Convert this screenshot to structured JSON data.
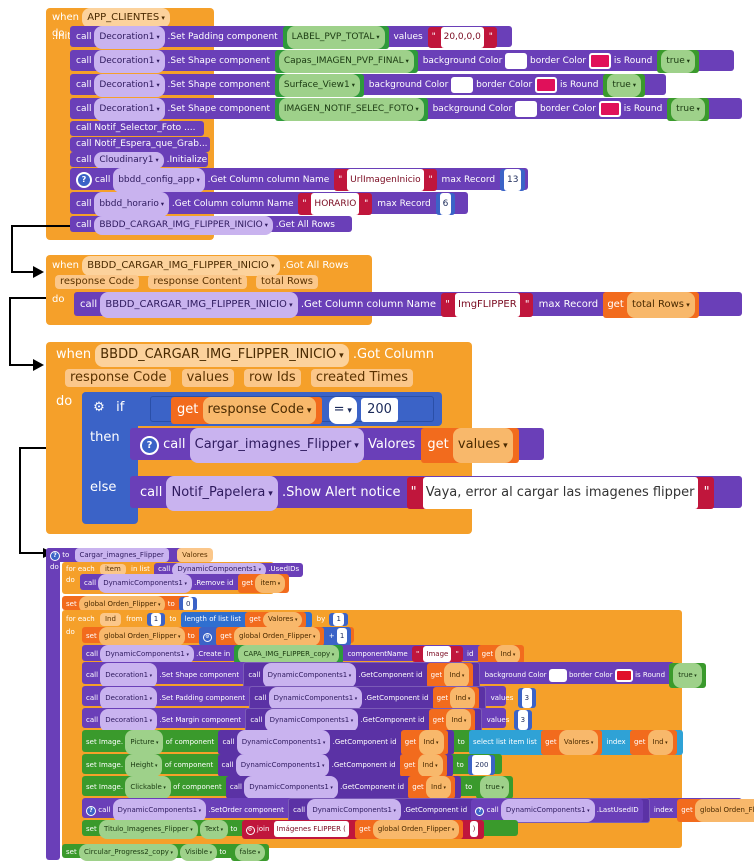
{
  "block1": {
    "when": "when",
    "component": "APP_CLIENTES",
    "event": ".Initialize",
    "do": "do",
    "rows": [
      {
        "call": "call",
        "comp": "Decoration1",
        "method": ".Set Padding",
        "arg1": "component",
        "val1": "LABEL_PVP_TOTAL",
        "arg2": "values",
        "val2": "20,0,0,0"
      },
      {
        "call": "call",
        "comp": "Decoration1",
        "method": ".Set Shape",
        "arg1": "component",
        "val1": "Capas_IMAGEN_PVP_FINAL",
        "arg2": "background Color",
        "arg3": "border Color",
        "arg4": "is Round",
        "val4": "true",
        "bg": "#ffffff",
        "border": "#e0105a"
      },
      {
        "call": "call",
        "comp": "Decoration1",
        "method": ".Set Shape",
        "arg1": "component",
        "val1": "Surface_View1",
        "arg2": "background Color",
        "arg3": "border Color",
        "arg4": "is Round",
        "val4": "true",
        "bg": "#ffffff",
        "border": "#e0105a"
      },
      {
        "call": "call",
        "comp": "Decoration1",
        "method": ".Set Shape",
        "arg1": "component",
        "val1": "IMAGEN_NOTIF_SELEC_FOTO",
        "arg2": "background Color",
        "arg3": "border Color",
        "arg4": "is Round",
        "val4": "true",
        "bg": "#ffffff",
        "border": "#e0105a"
      },
      {
        "call": "call Notif_Selector_Foto ...."
      },
      {
        "call": "call Notif_Espera_que_Grab..."
      },
      {
        "call": "call",
        "comp": "Cloudinary1",
        "method": ".Initialize"
      },
      {
        "call": "call",
        "comp": "bbdd_config_app",
        "method": ".Get Column",
        "arg1": "column Name",
        "val1": "UrlImagenInicio",
        "arg2": "max Record",
        "val2": "13"
      },
      {
        "call": "call",
        "comp": "bbdd_horario",
        "method": ".Get Column",
        "arg1": "column Name",
        "val1": "HORARIO",
        "arg2": "max Record",
        "val2": "6"
      },
      {
        "call": "call",
        "comp": "BBDD_CARGAR_IMG_FLIPPER_INICIO",
        "method": ".Get All Rows"
      }
    ]
  },
  "block2": {
    "when": "when",
    "component": "BBDD_CARGAR_IMG_FLIPPER_INICIO",
    "event": ".Got All Rows",
    "params": [
      "response Code",
      "response Content",
      "total Rows"
    ],
    "do": "do",
    "call": "call",
    "comp": "BBDD_CARGAR_IMG_FLIPPER_INICIO",
    "method": ".Get Column",
    "arg1": "column Name",
    "val1": "ImgFLIPPER",
    "arg2": "max Record",
    "get": "get",
    "getval": "total Rows"
  },
  "block3": {
    "when": "when",
    "component": "BBDD_CARGAR_IMG_FLIPPER_INICIO",
    "event": ".Got Column",
    "params": [
      "response Code",
      "values",
      "row Ids",
      "created Times"
    ],
    "do": "do",
    "if": "if",
    "get": "get",
    "getval": "response Code",
    "op": "=",
    "num": "200",
    "then": "then",
    "call": "call",
    "proc": "Cargar_imagnes_Flipper",
    "valores": "Valores",
    "get2": "get",
    "getval2": "values",
    "else": "else",
    "call2": "call",
    "comp2": "Notif_Papelera",
    "method2": ".Show Alert",
    "notice": "notice",
    "msg": "Vaya, error al cargar las imagenes flipper"
  },
  "block4": {
    "to": "to",
    "proc": "Cargar_imagnes_Flipper",
    "param": "Valores",
    "do": "do",
    "r1": {
      "a": "for each",
      "b": "item",
      "c": "in list",
      "d": "call",
      "e": "DynamicComponents1",
      "f": ".UsedIDs"
    },
    "r2": {
      "a": "do",
      "b": "call",
      "c": "DynamicComponents1",
      "d": ".Remove",
      "e": "id",
      "f": "get",
      "g": "item"
    },
    "r3": {
      "a": "set",
      "b": "global Orden_Flipper",
      "c": "to",
      "d": "0"
    },
    "r4": {
      "a": "for each",
      "b": "Ind",
      "c": "from",
      "d": "1",
      "e": "to",
      "f": "length of list",
      "g": "list",
      "h": "get",
      "i": "Valores",
      "j": "by",
      "k": "1"
    },
    "r5": {
      "a": "do",
      "b": "set",
      "c": "global Orden_Flipper",
      "d": "to",
      "e": "get",
      "f": "global Orden_Flipper",
      "g": "+",
      "h": "1"
    },
    "r6": {
      "a": "call",
      "b": "DynamicComponents1",
      "c": ".Create",
      "d": "in",
      "e": "CAPA_IMG_FLIPPER_copy",
      "f": "componentName",
      "g": "Image",
      "h": "id",
      "i": "get",
      "j": "Ind"
    },
    "r7": {
      "a": "call",
      "b": "Decoration1",
      "c": ".Set Shape",
      "d": "component",
      "e": "call",
      "f": "DynamicComponents1",
      "g": ".GetComponent",
      "h": "id",
      "i": "get",
      "j": "Ind",
      "k": "background Color",
      "l": "border Color",
      "m": "is Round",
      "n": "true",
      "bg": "#ffffff",
      "border": "#e0102a"
    },
    "r8": {
      "a": "call",
      "b": "Decoration1",
      "c": ".Set Padding",
      "d": "component",
      "e": "call",
      "f": "DynamicComponents1",
      "g": ".GetComponent",
      "h": "id",
      "i": "get",
      "j": "Ind",
      "k": "values",
      "l": "3"
    },
    "r9": {
      "a": "call",
      "b": "Decoration1",
      "c": ".Set Margin",
      "d": "component",
      "e": "call",
      "f": "DynamicComponents1",
      "g": ".GetComponent",
      "h": "id",
      "i": "get",
      "j": "Ind",
      "k": "values",
      "l": "3"
    },
    "r10": {
      "a": "set Image.",
      "b": "Picture",
      "c": "of component",
      "d": "call",
      "e": "DynamicComponents1",
      "f": ".GetComponent",
      "g": "id",
      "h": "get",
      "i": "Ind",
      "j": "to",
      "k": "select list item",
      "l": "list",
      "m": "get",
      "n": "Valores",
      "o": "index",
      "p": "get",
      "q": "Ind"
    },
    "r11": {
      "a": "set Image.",
      "b": "Height",
      "c": "of component",
      "d": "call",
      "e": "DynamicComponents1",
      "f": ".GetComponent",
      "g": "id",
      "h": "get",
      "i": "Ind",
      "j": "to",
      "k": "200"
    },
    "r12": {
      "a": "set Image.",
      "b": "Clickable",
      "c": "of component",
      "d": "call",
      "e": "DynamicComponents1",
      "f": ".GetComponent",
      "g": "id",
      "h": "get",
      "i": "Ind",
      "j": "to",
      "k": "true"
    },
    "r13": {
      "a": "call",
      "b": "DynamicComponents1",
      "c": ".SetOrder",
      "d": "component",
      "e": "call",
      "f": "DynamicComponents1",
      "g": ".GetComponent",
      "h": "id",
      "i": "call",
      "j": "DynamicComponents1",
      "k": ".LastUsedID",
      "l": "index",
      "m": "get",
      "n": "global Orden_Flipper"
    },
    "r14": {
      "a": "set",
      "b": "Titulo_Imagenes_Flipper",
      "c": "Text",
      "d": "to",
      "e": "join",
      "f": "Imágenes FLIPPER (",
      "g": "get",
      "h": "global Orden_Flipper",
      "i": ")"
    },
    "r15": {
      "a": "set",
      "b": "Circular_Progress2_copy",
      "c": "Visible",
      "d": "to",
      "e": "false"
    }
  }
}
